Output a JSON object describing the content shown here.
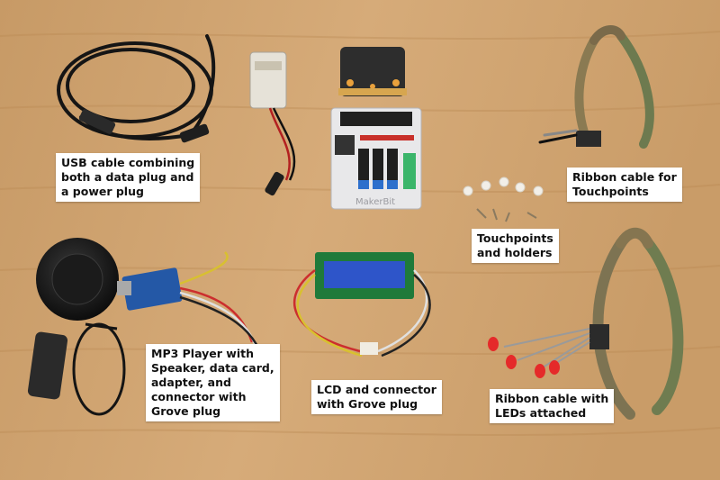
{
  "labels": {
    "usb_cable": "USB cable combining\nboth a data plug and\na power plug",
    "ribbon_touchpoints": "Ribbon cable for\nTouchpoints",
    "touchpoints": "Touchpoints\nand holders",
    "mp3_player": "MP3 Player with\nSpeaker, data card,\nadapter, and\nconnector with\nGrove plug",
    "lcd": "LCD and connector\nwith Grove plug",
    "ribbon_leds": "Ribbon cable with\nLEDs attached"
  },
  "board_text": {
    "makerbit": "MakerBit"
  }
}
